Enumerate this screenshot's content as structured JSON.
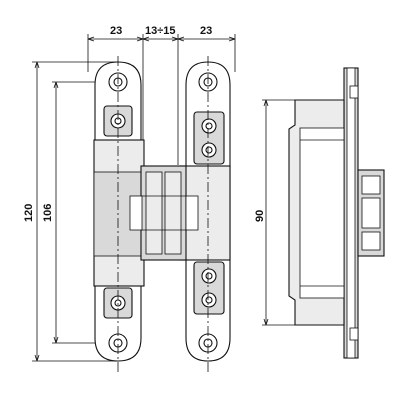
{
  "dimensions": {
    "left_width": "23",
    "gap": "13÷15",
    "right_width": "23",
    "overall_height": "120",
    "hole_spacing": "106",
    "side_height": "90"
  },
  "colors": {
    "line": "#111111",
    "fill": "#d9d9d9",
    "background": "#ffffff"
  }
}
